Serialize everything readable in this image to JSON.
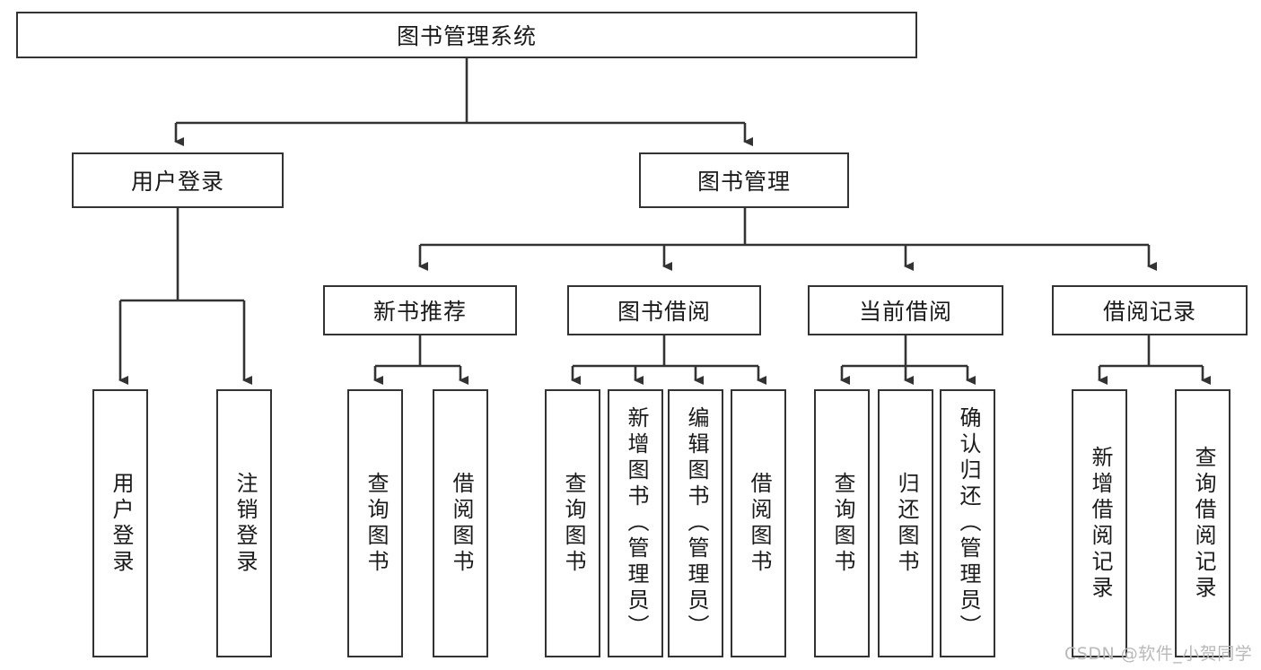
{
  "diagram": {
    "title": "图书管理系统",
    "type": "hierarchy-tree",
    "watermark": "CSDN @软件_小贺同学",
    "colors": {
      "stroke": "#333333",
      "fill": "#ffffff",
      "text": "#1a1a1a",
      "watermark": "#b9b9b9"
    },
    "root": {
      "label": "图书管理系统"
    },
    "level2": [
      {
        "label": "用户登录"
      },
      {
        "label": "图书管理"
      }
    ],
    "level3": [
      {
        "label": "新书推荐"
      },
      {
        "label": "图书借阅"
      },
      {
        "label": "当前借阅"
      },
      {
        "label": "借阅记录"
      }
    ],
    "leaves": {
      "user_login": [
        {
          "label": "用户登录"
        },
        {
          "label": "注销登录"
        }
      ],
      "new_book": [
        {
          "label": "查询图书"
        },
        {
          "label": "借阅图书"
        }
      ],
      "borrow": [
        {
          "label": "查询图书"
        },
        {
          "label": "新增图书（管理员）"
        },
        {
          "label": "编辑图书（管理员）"
        },
        {
          "label": "借阅图书"
        }
      ],
      "current": [
        {
          "label": "查询图书"
        },
        {
          "label": "归还图书"
        },
        {
          "label": "确认归还（管理员）"
        }
      ],
      "records": [
        {
          "label": "新增借阅记录"
        },
        {
          "label": "查询借阅记录"
        }
      ]
    }
  }
}
